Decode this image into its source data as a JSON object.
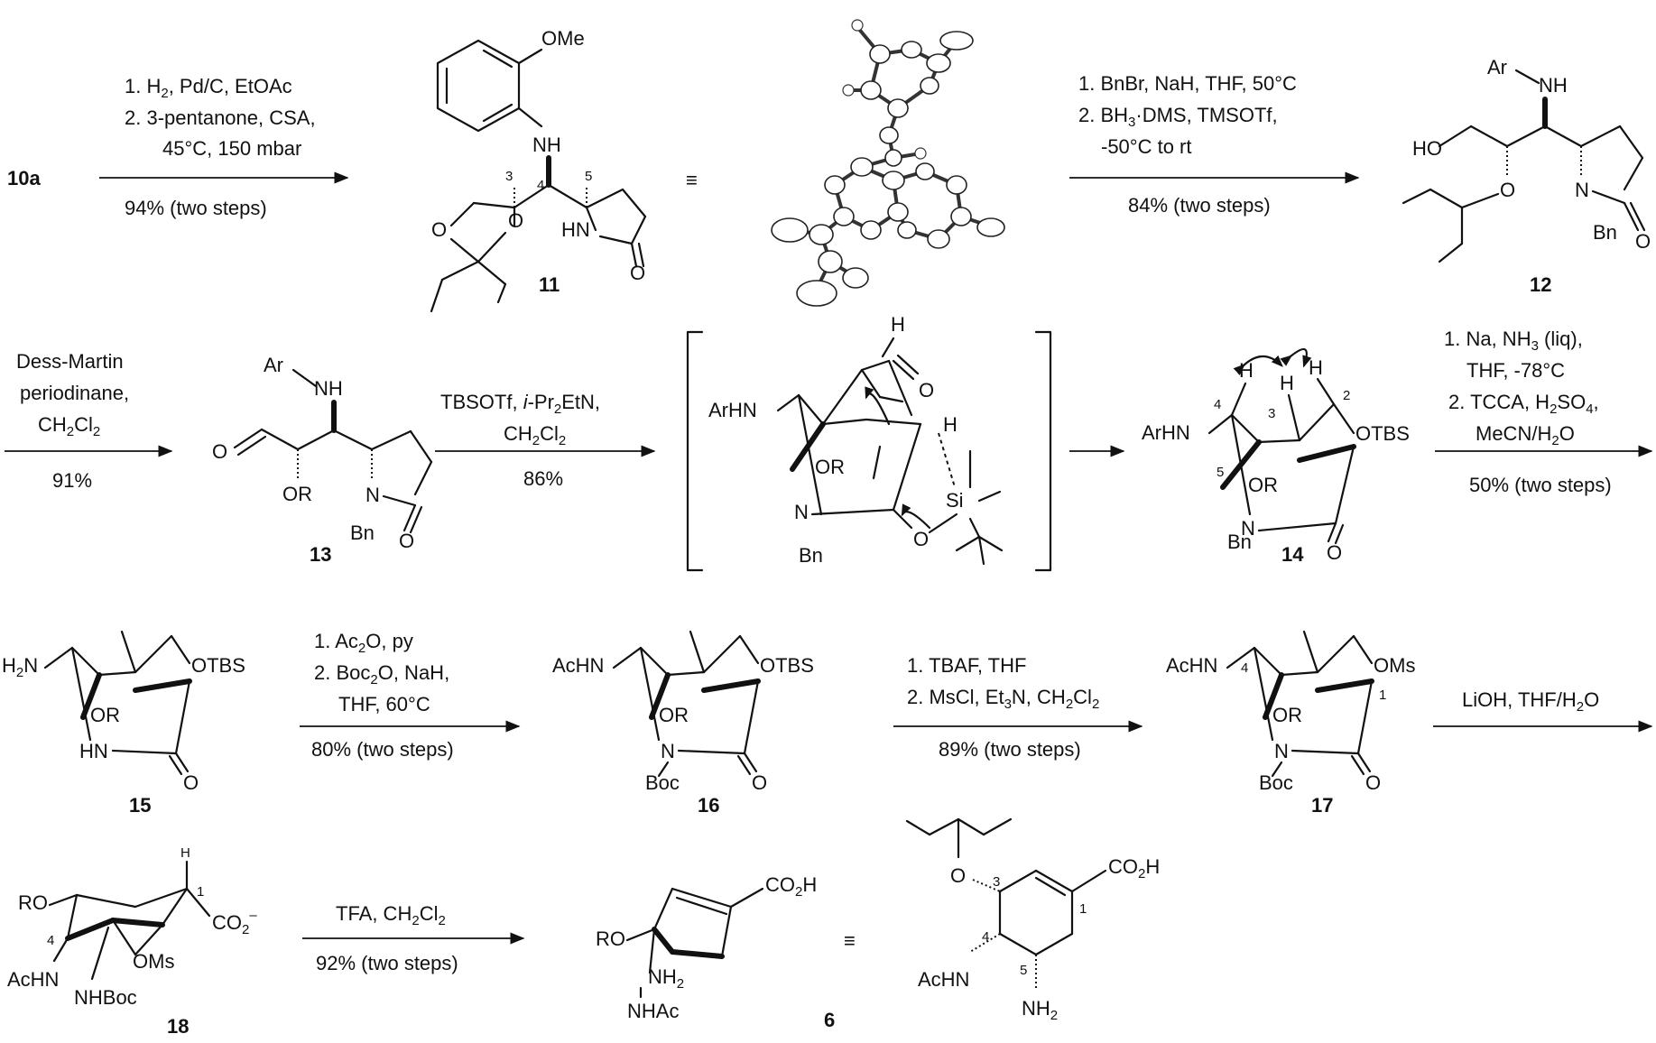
{
  "compounds": {
    "c10a": "10a",
    "c11": "11",
    "c12": "12",
    "c13": "13",
    "c14": "14",
    "c15": "15",
    "c16": "16",
    "c17": "17",
    "c18": "18",
    "c6": "6"
  },
  "steps": {
    "s1": {
      "l1": "1. H",
      "l1_sub": "2",
      "l1_rest": ", Pd/C, EtOAc",
      "l2": "2. 3-pentanone, CSA,",
      "l3": "45°C, 150 mbar",
      "yield": "94% (two steps)"
    },
    "s2": {
      "l1": "1. BnBr, NaH, THF, 50°C",
      "l2_a": "2. BH",
      "l2_sub": "3",
      "l2_b": "·DMS, TMSOTf,",
      "l3": "-50°C to rt",
      "yield": "84% (two steps)"
    },
    "s3": {
      "l1": "Dess-Martin",
      "l2": "periodinane,",
      "l3_a": "CH",
      "l3_sub1": "2",
      "l3_b": "Cl",
      "l3_sub2": "2",
      "yield": "91%"
    },
    "s4": {
      "l1_a": "TBSOTf,  ",
      "l1_i": "i",
      "l1_b": "-Pr",
      "l1_sub": "2",
      "l1_c": "EtN,",
      "l2_a": "CH",
      "l2_sub1": "2",
      "l2_b": "Cl",
      "l2_sub2": "2",
      "yield": "86%"
    },
    "s5": {
      "l1_a": "1. Na, NH",
      "l1_sub": "3",
      "l1_b": " (liq),",
      "l2": "THF, -78°C",
      "l3_a": "2. TCCA, H",
      "l3_sub1": "2",
      "l3_b": "SO",
      "l3_sub2": "4",
      "l3_c": ",",
      "l4_a": "MeCN/H",
      "l4_sub": "2",
      "l4_b": "O",
      "yield": "50% (two steps)"
    },
    "s6": {
      "l1_a": "1. Ac",
      "l1_sub": "2",
      "l1_b": "O, py",
      "l2_a": "2. Boc",
      "l2_sub": "2",
      "l2_b": "O, NaH,",
      "l3": "THF, 60°C",
      "yield": "80% (two steps)"
    },
    "s7": {
      "l1": "1. TBAF, THF",
      "l2_a": "2. MsCl, Et",
      "l2_sub": "3",
      "l2_b": "N, CH",
      "l2_sub2": "2",
      "l2_c": "Cl",
      "l2_sub3": "2",
      "yield": "89% (two steps)"
    },
    "s8": {
      "l1_a": "LiOH, THF/H",
      "l1_sub": "2",
      "l1_b": "O"
    },
    "s9": {
      "l1_a": "TFA, CH",
      "l1_sub1": "2",
      "l1_b": "Cl",
      "l1_sub2": "2",
      "yield": "92% (two steps)"
    }
  },
  "atoms": {
    "OMe": "OMe",
    "NH": "NH",
    "O": "O",
    "HN": "HN",
    "Ar": "Ar",
    "HO": "HO",
    "N": "N",
    "Bn": "Bn",
    "OR": "OR",
    "H": "H",
    "Si": "Si",
    "ArHN": "ArHN",
    "OTBS": "OTBS",
    "H2N_a": "H",
    "H2N_sub": "2",
    "H2N_b": "N",
    "AcHN": "AcHN",
    "Boc": "Boc",
    "OMs": "OMs",
    "RO": "RO",
    "CO2_a": "CO",
    "CO2_sub": "2",
    "CO2_sup": "–",
    "NHBoc": "NHBoc",
    "NH2_a": "NH",
    "NH2_sub": "2",
    "NHAc": "NHAc",
    "CO2H_a": "CO",
    "CO2H_sub": "2",
    "CO2H_b": "H"
  },
  "locants": {
    "n1": "1",
    "n2": "2",
    "n3": "3",
    "n4": "4",
    "n5": "5"
  },
  "symbols": {
    "equiv": "≡"
  }
}
